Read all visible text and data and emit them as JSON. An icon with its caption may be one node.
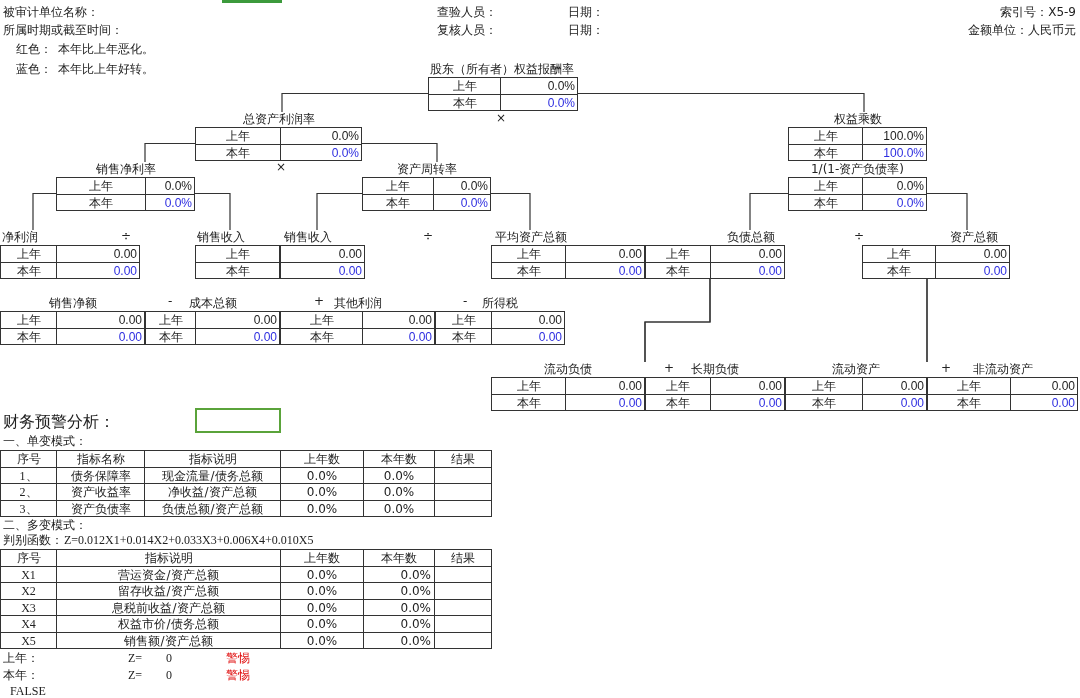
{
  "diagram": {
    "nodes": [
      {
        "text": [
          "股东（所有者）权益报酬率",
          "上年",
          "0.0%",
          "本年",
          "0.0%"
        ]
      },
      {
        "text": [
          "总资产利润率",
          "上年",
          "0.0%",
          "本年",
          "0.0%"
        ]
      },
      {
        "text": [
          "权益乘数",
          "上年",
          "100.0%",
          "本年",
          "100.0%"
        ]
      },
      {
        "text": [
          "销售净利率",
          "上年",
          "0.0%",
          "本年",
          "0.0%"
        ]
      },
      {
        "text": [
          "资产周转率",
          "上年",
          "0.0%",
          "本年",
          "0.0%"
        ]
      },
      {
        "text": [
          "1/(1-资产负债率)",
          "上年",
          "0.0%",
          "本年",
          "0.0%"
        ]
      },
      {
        "text": [
          "净利润",
          "上年",
          "0.00",
          "本年",
          "0.00"
        ]
      },
      {
        "text": [
          "销售收入",
          "上年",
          "本年"
        ]
      },
      {
        "text": [
          "销售收入",
          "0.00",
          "0.00"
        ]
      },
      {
        "text": [
          "平均资产总额",
          "上年",
          "0.00",
          "本年",
          "0.00"
        ]
      },
      {
        "text": [
          "负债总额",
          "上年",
          "0.00",
          "本年",
          "0.00"
        ]
      },
      {
        "text": [
          "资产总额",
          "上年",
          "0.00",
          "本年",
          "0.00"
        ]
      },
      {
        "text": [
          "销售净额",
          "上年",
          "0.00",
          "本年",
          "0.00"
        ]
      },
      {
        "text": [
          "成本总额",
          "上年",
          "0.00",
          "本年",
          "0.00"
        ]
      },
      {
        "text": [
          "其他利润",
          "上年",
          "0.00",
          "本年",
          "0.00"
        ]
      },
      {
        "text": [
          "所得税",
          "上年",
          "0.00",
          "本年",
          "0.00"
        ]
      },
      {
        "text": [
          "流动负债",
          "上年",
          "0.00",
          "本年",
          "0.00"
        ]
      },
      {
        "text": [
          "长期负债",
          "上年",
          "0.00",
          "本年",
          "0.00"
        ]
      },
      {
        "text": [
          "流动资产",
          "上年",
          "0.00",
          "本年",
          "0.00"
        ]
      },
      {
        "text": [
          "非流动资产",
          "上年",
          "0.00",
          "本年",
          "0.00"
        ]
      }
    ],
    "edges": [
      {
        "from": 0,
        "to": 1,
        "arrow": "none"
      },
      {
        "from": 0,
        "to": 2,
        "arrow": "none"
      },
      {
        "from": 1,
        "to": 3,
        "arrow": "none"
      },
      {
        "from": 1,
        "to": 4,
        "arrow": "none"
      },
      {
        "from": 3,
        "to": 6,
        "arrow": "none"
      },
      {
        "from": 3,
        "to": 7,
        "arrow": "none"
      },
      {
        "from": 4,
        "to": 8,
        "arrow": "none"
      },
      {
        "from": 4,
        "to": 9,
        "arrow": "none"
      },
      {
        "from": 5,
        "to": 10,
        "arrow": "none"
      },
      {
        "from": 5,
        "to": 11,
        "arrow": "none"
      },
      {
        "from": 10,
        "to": 16,
        "arrow": "none"
      },
      {
        "from": 10,
        "to": 17,
        "arrow": "none"
      },
      {
        "from": 11,
        "to": 18,
        "arrow": "none"
      },
      {
        "from": 11,
        "to": 19,
        "arrow": "none"
      }
    ],
    "labels": [
      "被审计单位名称：",
      "查验人员：",
      "日期：",
      "索引号：X5-9",
      "所属时期或截至时间：",
      "复核人员：",
      "日期：",
      "金额单位：人民币元",
      "红色：",
      "本年比上年恶化。",
      "蓝色：",
      "本年比上年好转。",
      "×",
      "×",
      "÷",
      "÷",
      "÷",
      "-",
      "+",
      "-",
      "+",
      "+",
      "财务预警分析：",
      "一、单变模式：",
      "序号",
      "指标名称",
      "指标说明",
      "上年数",
      "本年数",
      "结果",
      "1、",
      "债务保障率",
      "现金流量/债务总额",
      "0.0%",
      "0.0%",
      "2、",
      "资产收益率",
      "净收益/资产总额",
      "0.0%",
      "0.0%",
      "3、",
      "资产负债率",
      "负债总额/资产总额",
      "0.0%",
      "0.0%",
      "二、多变模式：",
      "判别函数：",
      "Z=0.012X1+0.014X2+0.033X3+0.006X4+0.010X5",
      "序号",
      "指标说明",
      "上年数",
      "本年数",
      "结果",
      "X1",
      "营运资金/资产总额",
      "0.0%",
      "0.0%",
      "X2",
      "留存收益/资产总额",
      "0.0%",
      "0.0%",
      "X3",
      "息税前收益/资产总额",
      "0.0%",
      "0.0%",
      "X4",
      "权益市价/债务总额",
      "0.0%",
      "0.0%",
      "X5",
      "销售额/资产总额",
      "0.0%",
      "0.0%",
      "上年：",
      "Z=",
      "0",
      "警惕",
      "本年：",
      "Z=",
      "0",
      "警惕",
      "FALSE"
    ]
  }
}
